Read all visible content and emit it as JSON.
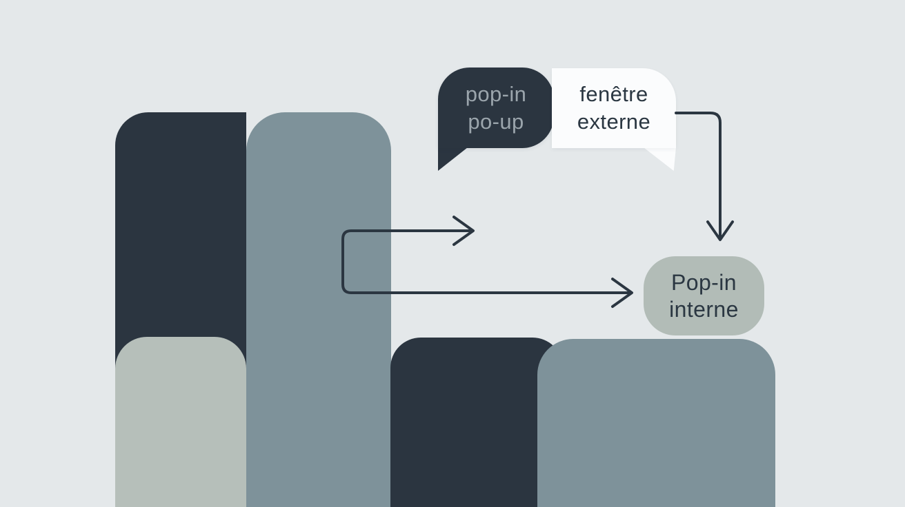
{
  "palette": {
    "background": "#e4e8ea",
    "dark": "#2b3540",
    "slate": "#7e929a",
    "sage": "#b6bfba",
    "pill": "#b2bcb7",
    "white": "#fbfcfd",
    "line": "#2b3641",
    "dark_bubble_text": "#9ba5ac",
    "text_dark": "#2b3742"
  },
  "speech": {
    "dark_bubble": {
      "line1": "pop-in",
      "line2": "po-up"
    },
    "white_bubble": {
      "line1": "fenêtre",
      "line2": "externe"
    }
  },
  "label": {
    "popin_internal": {
      "line1": "Pop-in",
      "line2": "interne"
    }
  }
}
